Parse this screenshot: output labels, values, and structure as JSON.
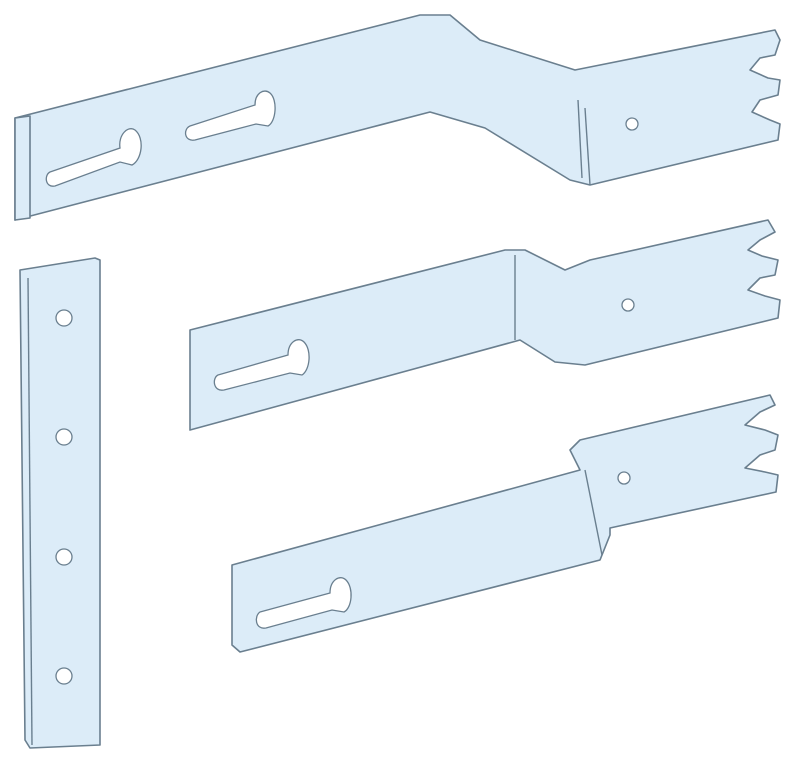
{
  "colors": {
    "part_fill": "#dcecf8",
    "part_stroke": "#6a7f8f",
    "background": "#ffffff"
  },
  "parts": [
    {
      "name": "long-offset-bracket"
    },
    {
      "name": "vertical-drilled-bar"
    },
    {
      "name": "middle-offset-bracket"
    },
    {
      "name": "lower-step-bracket"
    }
  ]
}
